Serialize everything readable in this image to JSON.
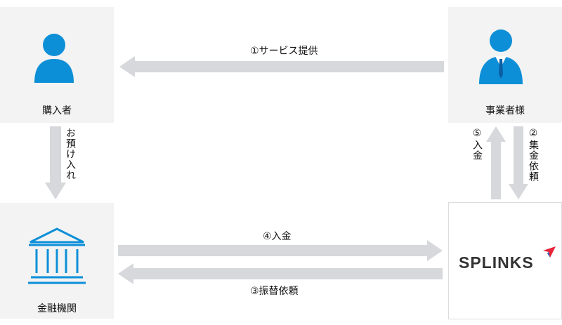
{
  "nodes": {
    "buyer": {
      "label": "購入者"
    },
    "merchant": {
      "label": "事業者様"
    },
    "bank": {
      "label": "金融機関"
    },
    "company": {
      "logo_text": "SPLINKS"
    }
  },
  "flows": {
    "service": "①サービス提供",
    "deposit_to_bank": "お預け入れ",
    "collection_request": "②集金依頼",
    "transfer_request": "③振替依頼",
    "payment_in": "④入金",
    "payout": "⑤入金"
  },
  "colors": {
    "person": "#0d8fd8",
    "bank_icon": "#0d8fd8",
    "arrow": "#d6d8db",
    "box": "#f3f3f3",
    "logo_accent": "#e8233a",
    "logo_accent2": "#1a5fb8"
  }
}
